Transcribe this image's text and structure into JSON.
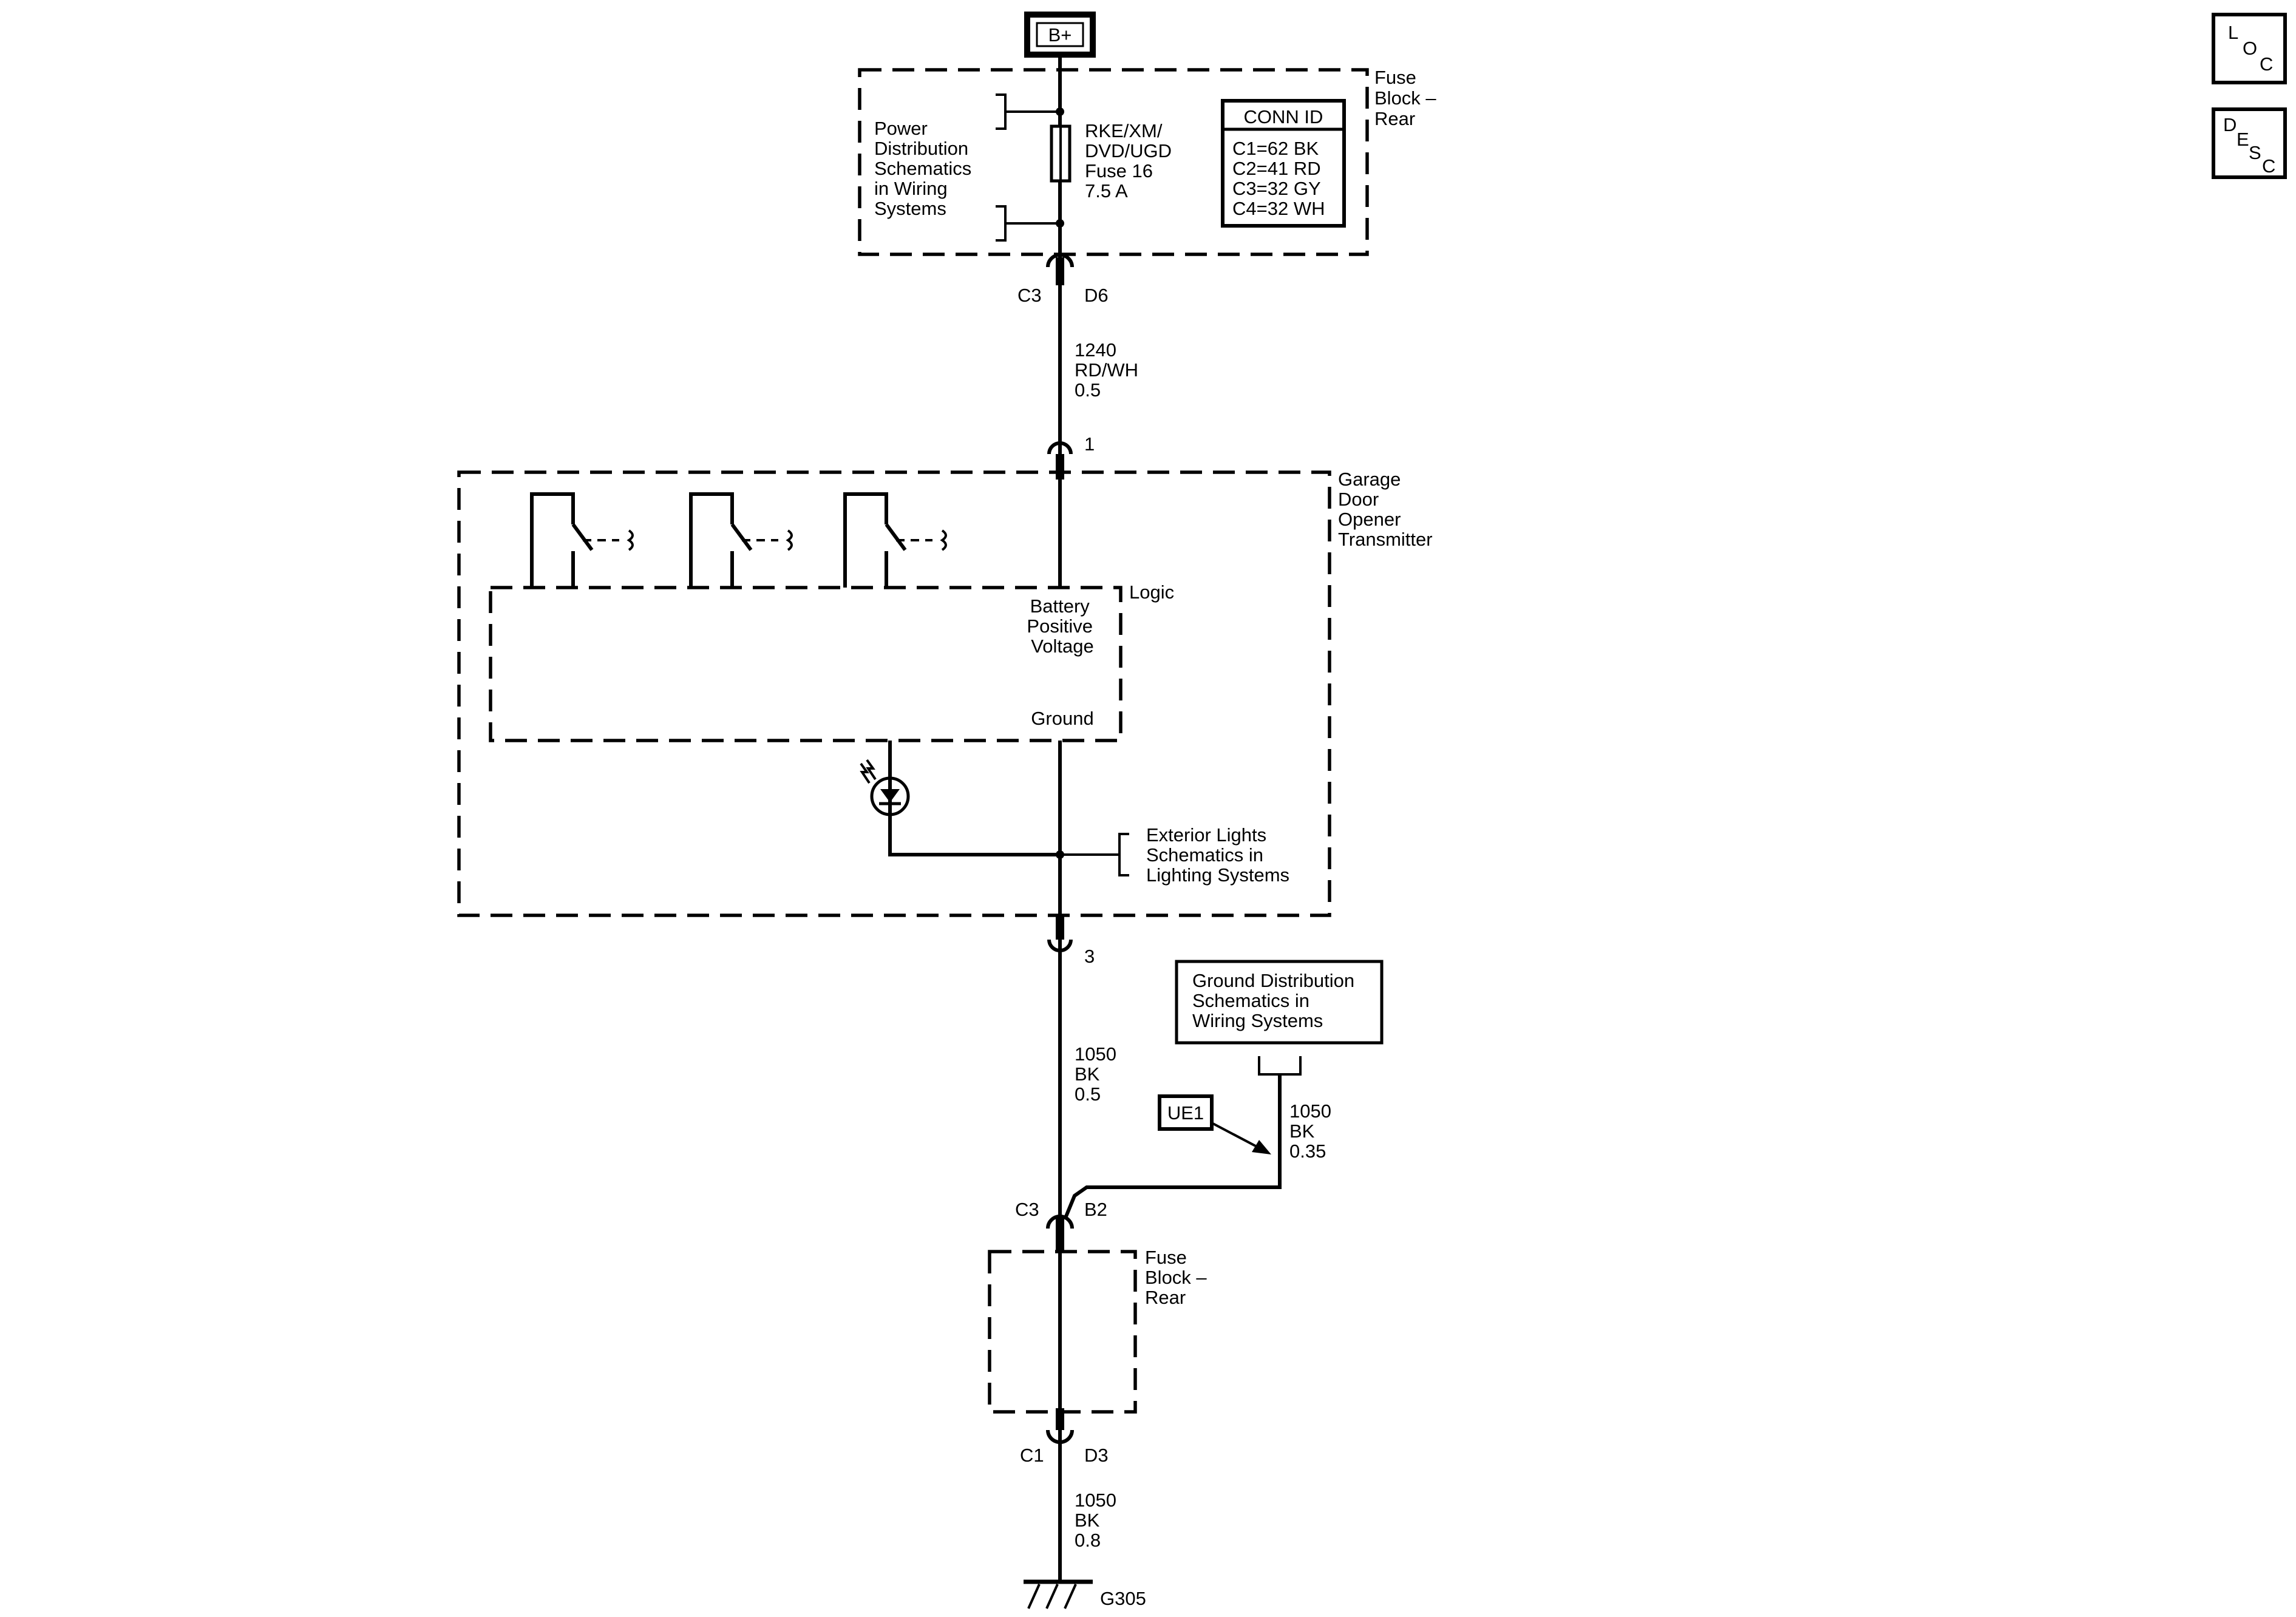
{
  "power_source": {
    "label": "B+"
  },
  "fuse_block_top": {
    "title": [
      "Fuse",
      "Block –",
      "Rear"
    ],
    "power_ref": [
      "Power",
      "Distribution",
      "Schematics",
      "in Wiring",
      "Systems"
    ],
    "fuse": [
      "RKE/XM/",
      "DVD/UGD",
      "Fuse 16",
      "7.5 A"
    ],
    "conn_id": {
      "header": "CONN ID",
      "rows": [
        "C1=62 BK",
        "C2=41 RD",
        "C3=32 GY",
        "C4=32 WH"
      ]
    }
  },
  "connector_c3_d6": {
    "conn": "C3",
    "pin": "D6"
  },
  "wire_1240": [
    "1240",
    "RD/WH",
    "0.5"
  ],
  "gdo_pin1": {
    "pin": "1"
  },
  "gdo": {
    "title": [
      "Garage",
      "Door",
      "Opener",
      "Transmitter"
    ],
    "logic_label": "Logic",
    "battery_label": [
      "Battery",
      "Positive",
      "Voltage"
    ],
    "ground_label": "Ground",
    "exterior_ref": [
      "Exterior Lights",
      "Schematics in",
      "Lighting Systems"
    ]
  },
  "gdo_pin3": {
    "pin": "3"
  },
  "wire_1050_a": [
    "1050",
    "BK",
    "0.5"
  ],
  "ground_dist_ref": [
    "Ground Distribution",
    "Schematics in",
    "Wiring Systems"
  ],
  "ue1_label": "UE1",
  "wire_1050_b": [
    "1050",
    "BK",
    "0.35"
  ],
  "connector_c3_b2": {
    "conn": "C3",
    "pin": "B2"
  },
  "fuse_block_bottom": {
    "title": [
      "Fuse",
      "Block –",
      "Rear"
    ]
  },
  "connector_c1_d3": {
    "conn": "C1",
    "pin": "D3"
  },
  "wire_1050_c": [
    "1050",
    "BK",
    "0.8"
  ],
  "ground": {
    "label": "G305"
  },
  "corner_icons": {
    "loc": [
      "L",
      "O",
      "C"
    ],
    "desc": [
      "D",
      "E",
      "S",
      "C"
    ]
  }
}
